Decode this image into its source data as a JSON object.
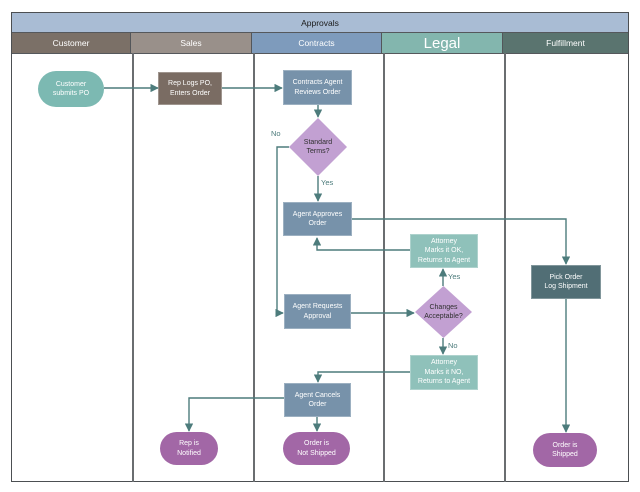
{
  "title": "Approvals",
  "lanes": [
    {
      "id": "customer",
      "label": "Customer",
      "color": "#7b7067"
    },
    {
      "id": "sales",
      "label": "Sales",
      "color": "#99908a"
    },
    {
      "id": "contracts",
      "label": "Contracts",
      "color": "#7e9bbc"
    },
    {
      "id": "legal",
      "label": "Legal",
      "color": "#83b6ae"
    },
    {
      "id": "fulfillment",
      "label": "Fulfillment",
      "color": "#5a746f"
    }
  ],
  "nodes": [
    {
      "id": "customer_submits_po",
      "lane": "customer",
      "type": "start",
      "label": "Customer\nsubmits PO"
    },
    {
      "id": "rep_logs_po",
      "lane": "sales",
      "type": "process",
      "label": "Rep Logs PO,\nEnters Order"
    },
    {
      "id": "contracts_agent_reviews",
      "lane": "contracts",
      "type": "process",
      "label": "Contracts Agent\nReviews Order"
    },
    {
      "id": "standard_terms",
      "lane": "contracts",
      "type": "decision",
      "label": "Standard\nTerms?"
    },
    {
      "id": "agent_approves",
      "lane": "contracts",
      "type": "process",
      "label": "Agent Approves\nOrder"
    },
    {
      "id": "agent_requests_approval",
      "lane": "contracts",
      "type": "process",
      "label": "Agent Requests\nApproval"
    },
    {
      "id": "agent_cancels",
      "lane": "contracts",
      "type": "process",
      "label": "Agent Cancels\nOrder"
    },
    {
      "id": "attorney_ok",
      "lane": "legal",
      "type": "process",
      "label": "Attorney\nMarks it OK,\nReturns to Agent"
    },
    {
      "id": "changes_acceptable",
      "lane": "legal",
      "type": "decision",
      "label": "Changes\nAcceptable?"
    },
    {
      "id": "attorney_no",
      "lane": "legal",
      "type": "process",
      "label": "Attorney\nMarks it NO,\nReturns to Agent"
    },
    {
      "id": "pick_order",
      "lane": "fulfillment",
      "type": "process",
      "label": "Pick Order\nLog Shipment"
    },
    {
      "id": "rep_notified",
      "lane": "sales",
      "type": "end",
      "label": "Rep is\nNotified"
    },
    {
      "id": "order_not_shipped",
      "lane": "contracts",
      "type": "end",
      "label": "Order is\nNot Shipped"
    },
    {
      "id": "order_shipped",
      "lane": "fulfillment",
      "type": "end",
      "label": "Order is\nShipped"
    }
  ],
  "edge_labels": {
    "standard_terms_no": "No",
    "standard_terms_yes": "Yes",
    "changes_yes": "Yes",
    "changes_no": "No"
  },
  "edges": [
    {
      "from": "customer_submits_po",
      "to": "rep_logs_po"
    },
    {
      "from": "rep_logs_po",
      "to": "contracts_agent_reviews"
    },
    {
      "from": "contracts_agent_reviews",
      "to": "standard_terms"
    },
    {
      "from": "standard_terms",
      "to": "agent_approves",
      "label": "Yes"
    },
    {
      "from": "standard_terms",
      "to": "agent_requests_approval",
      "label": "No"
    },
    {
      "from": "agent_approves",
      "to": "pick_order"
    },
    {
      "from": "agent_requests_approval",
      "to": "changes_acceptable"
    },
    {
      "from": "changes_acceptable",
      "to": "attorney_ok",
      "label": "Yes"
    },
    {
      "from": "changes_acceptable",
      "to": "attorney_no",
      "label": "No"
    },
    {
      "from": "attorney_ok",
      "to": "agent_approves"
    },
    {
      "from": "attorney_no",
      "to": "agent_cancels"
    },
    {
      "from": "agent_cancels",
      "to": "rep_notified"
    },
    {
      "from": "agent_cancels",
      "to": "order_not_shipped"
    },
    {
      "from": "pick_order",
      "to": "order_shipped"
    }
  ],
  "colors": {
    "title_bar": "#a9bcd4",
    "start_fill": "#7cb9b2",
    "end_fill": "#a267a6",
    "process_sales": "#7a6c63",
    "process_contracts": "#7792aa",
    "process_legal": "#8fc1ba",
    "process_fulfillment": "#516e75",
    "decision_fill": "#c2a0d2",
    "connector": "#4d7c7c"
  }
}
